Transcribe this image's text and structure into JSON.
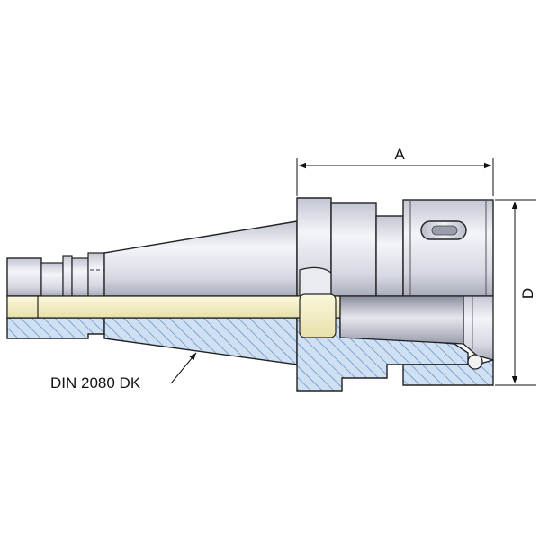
{
  "dimensions": {
    "a_label": "A",
    "d_label": "D"
  },
  "callout": {
    "standard_label": "DIN 2080 DK"
  },
  "colors": {
    "section_fill": "#cfe0f3",
    "hatch": "#4a7fc0",
    "bore_fill": "#f2eec6",
    "metal_light": "#eef0f6",
    "metal_mid": "#c9ccd8",
    "metal_dark": "#7d8091",
    "outline": "#222222"
  }
}
